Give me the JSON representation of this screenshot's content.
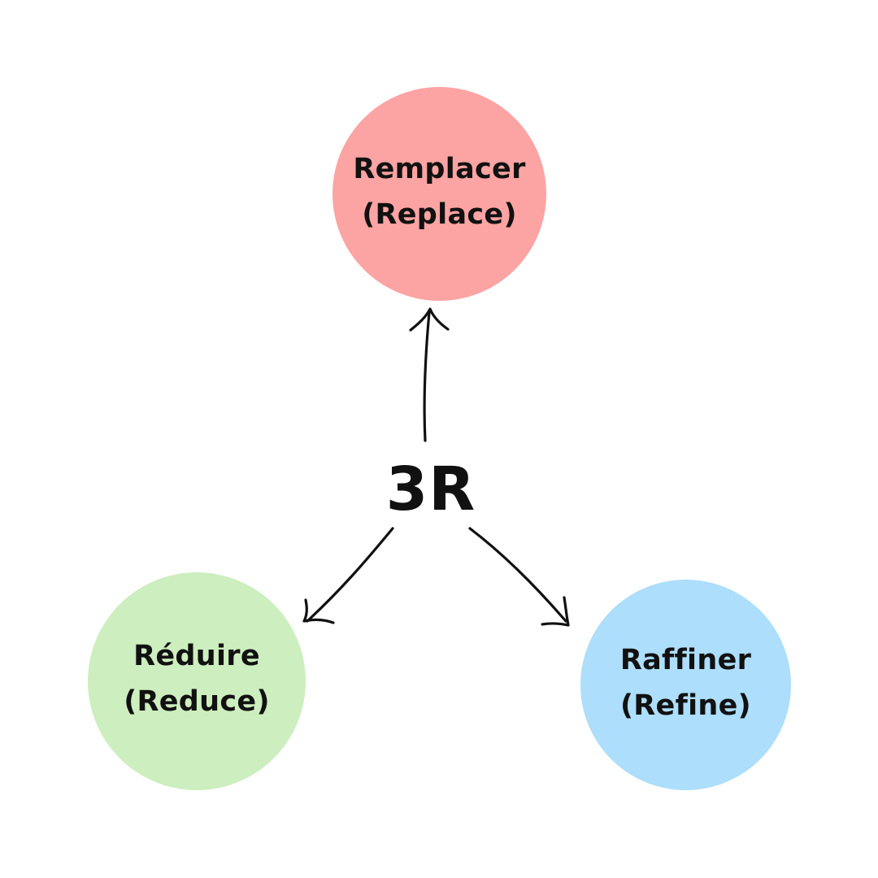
{
  "center": {
    "label": "3R"
  },
  "nodes": {
    "top": {
      "line1": "Remplacer",
      "line2": "(Replace)",
      "color": "#FCA3A3"
    },
    "left": {
      "line1": "Réduire",
      "line2": "(Reduce)",
      "color": "#CDEEBE"
    },
    "right": {
      "line1": "Raffiner",
      "line2": "(Refine)",
      "color": "#ADDEFB"
    }
  },
  "arrow_color": "#111111"
}
